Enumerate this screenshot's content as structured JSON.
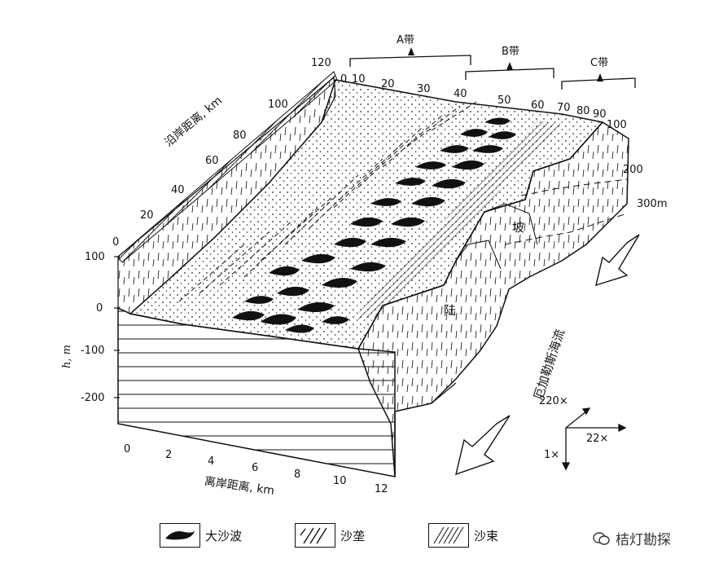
{
  "zones": {
    "a": "A带",
    "b": "B带",
    "c": "C带"
  },
  "top_scale": [
    "0",
    "10",
    "20",
    "30",
    "40",
    "50",
    "60",
    "70",
    "80",
    "90",
    "100"
  ],
  "depth_contours": {
    "d200": "200",
    "d300": "300m"
  },
  "alongshore_axis": {
    "title": "沿岸距离, km",
    "ticks": [
      "0",
      "20",
      "40",
      "60",
      "80",
      "100",
      "120"
    ]
  },
  "vertical_axis": {
    "title": "h, m",
    "ticks": [
      "100",
      "0",
      "-100",
      "-200"
    ]
  },
  "offshore_axis": {
    "title": "离岸距离, km",
    "ticks": [
      "0",
      "2",
      "4",
      "6",
      "8",
      "10",
      "12"
    ]
  },
  "slope_label": {
    "part1": "陆",
    "part2": "坡"
  },
  "current_label": "厄加勒斯海流",
  "scale": {
    "x": "22×",
    "y": "220×",
    "z": "1×"
  },
  "legend": [
    {
      "label": "大沙波",
      "icon": "large-sand-wave-icon"
    },
    {
      "label": "沙垄",
      "icon": "sand-ridge-icon"
    },
    {
      "label": "沙束",
      "icon": "sand-ribbon-icon"
    }
  ],
  "watermark": "桔灯勘探",
  "colors": {
    "ink": "#111111",
    "paper": "#ffffff"
  }
}
